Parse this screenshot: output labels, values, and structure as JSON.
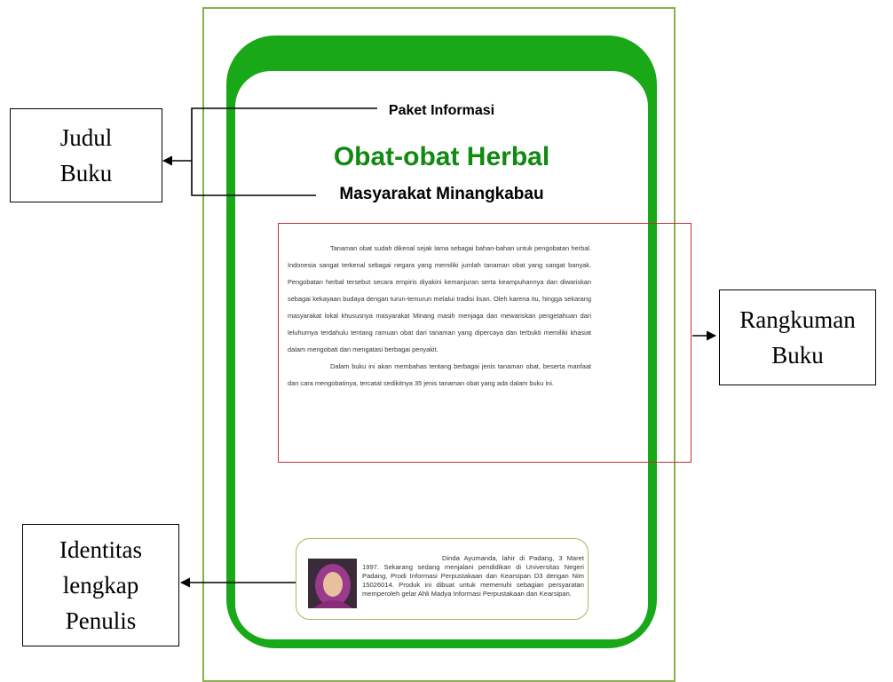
{
  "callouts": {
    "title": [
      "Judul",
      "Buku"
    ],
    "summary": [
      "Rangkuman",
      "Buku"
    ],
    "author": [
      "Identitas",
      "lengkap",
      "Penulis"
    ]
  },
  "cover": {
    "series": "Paket Informasi",
    "title": "Obat-obat Herbal",
    "subtitle": "Masyarakat Minangkabau",
    "summary_paragraphs": [
      "Tanaman obat sudah dikenal sejak lama sebagai bahan-bahan untuk pengobatan herbal. Indonesia sangat terkenal sebagai negara yang memiliki jumlah tanaman obat yang sangat banyak. Pengobatan herbal tersebut secara empiris diyakini kemanjuran serta keampuhannya dan diwariskan sebagai kekayaan budaya dengan turun-temurun melalui tradisi lisan. Oleh karena itu, hingga sekarang masyarakat lokal khususnya masyarakat Minang masih menjaga dan mewariskan pengetahuan dari leluhurnya terdahulu tentang ramuan obat dari tanaman yang dipercaya dan terbukti memiliki khasiat dalam mengobati dan mengatasi berbagai penyakit.",
      "Dalam buku ini akan membahas tentang berbagai jenis tanaman obat, beserta manfaat dan cara mengobatinya, tercatat sedikitnya 35 jenis tanaman obat yang ada dalam buku ini."
    ],
    "author_bio": "Dinda Ayumanda, lahir di Padang, 3 Maret 1997. Sekarang sedang menjalani pendidikan di Universitas Negeri Padang, Prodi Informasi Perpustakaan dan Kearsipan D3 dengan Nim 15026014. Produk ini dibuat untuk memenuhi sebagian persyaratan memperoleh gelar Ahli Madya Informasi Perpustakaan dan Kearsipan."
  },
  "colors": {
    "frame": "#8ab04a",
    "cover_green": "#18a818",
    "title_green": "#108a10",
    "summary_box": "#c0303a"
  }
}
